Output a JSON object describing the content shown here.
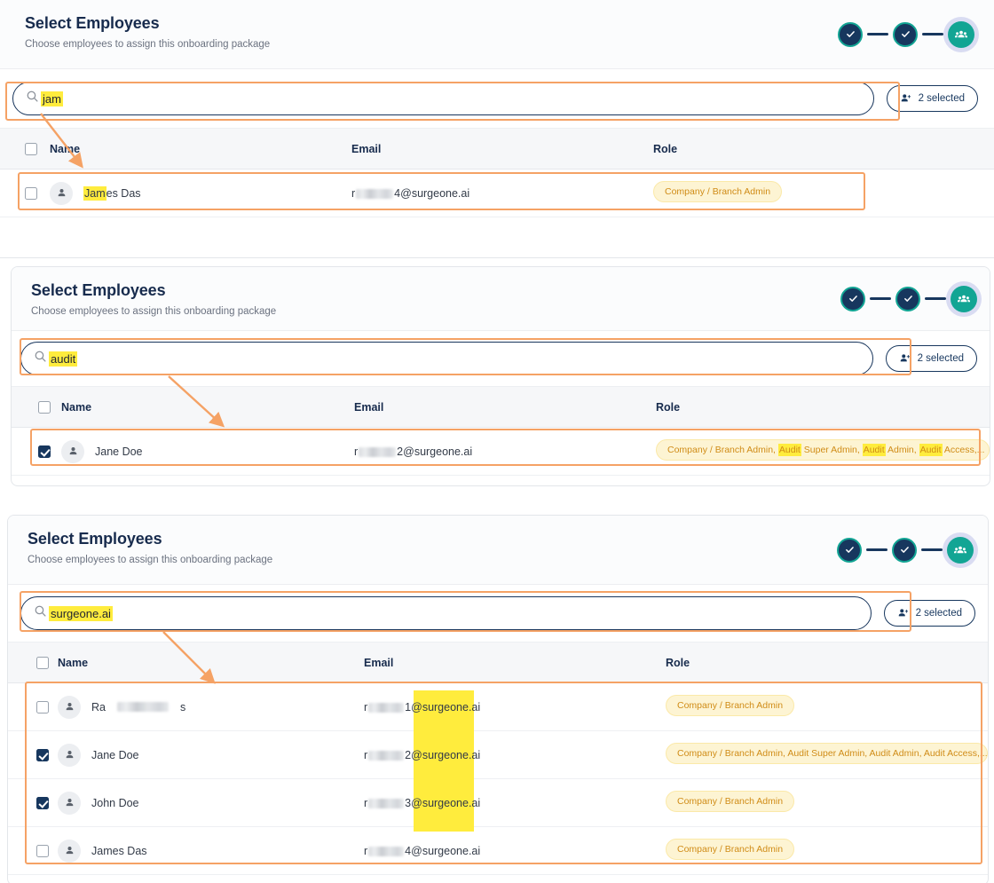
{
  "panels": [
    {
      "title": "Select Employees",
      "subtitle": "Choose employees to assign this onboarding package",
      "search": {
        "value": "jam",
        "icon": "search-icon"
      },
      "selected_button": {
        "label": "2 selected",
        "icon": "user-plus-icon"
      },
      "stepper": {
        "step1": "check-icon",
        "step2": "check-icon",
        "step3": "group-icon"
      },
      "columns": [
        "Name",
        "Email",
        "Role"
      ],
      "rows": [
        {
          "checked": false,
          "name_pre": "",
          "name_hl": "Jam",
          "name_post": "es Das",
          "email_pre": "r",
          "email_post": "4@surgeone.ai",
          "role": "Company / Branch Admin"
        }
      ]
    },
    {
      "title": "Select Employees",
      "subtitle": "Choose employees to assign this onboarding package",
      "search": {
        "value": "audit",
        "icon": "search-icon"
      },
      "selected_button": {
        "label": "2 selected",
        "icon": "user-plus-icon"
      },
      "stepper": {
        "step1": "check-icon",
        "step2": "check-icon",
        "step3": "group-icon"
      },
      "columns": [
        "Name",
        "Email",
        "Role"
      ],
      "rows": [
        {
          "checked": true,
          "name": "Jane Doe",
          "email_pre": "r",
          "email_post": "2@surgeone.ai",
          "role_parts": [
            {
              "t": "Company / Branch Admin, ",
              "hl": false
            },
            {
              "t": "Audit",
              "hl": true
            },
            {
              "t": " Super Admin, ",
              "hl": false
            },
            {
              "t": "Audit",
              "hl": true
            },
            {
              "t": " Admin, ",
              "hl": false
            },
            {
              "t": "Audit",
              "hl": true
            },
            {
              "t": " Access,...",
              "hl": false
            }
          ]
        }
      ]
    },
    {
      "title": "Select Employees",
      "subtitle": "Choose employees to assign this onboarding package",
      "search": {
        "value": "surgeone.ai",
        "icon": "search-icon"
      },
      "selected_button": {
        "label": "2 selected",
        "icon": "user-plus-icon"
      },
      "stepper": {
        "step1": "check-icon",
        "step2": "check-icon",
        "step3": "group-icon"
      },
      "columns": [
        "Name",
        "Email",
        "Role"
      ],
      "rows": [
        {
          "checked": false,
          "name_pre": "Ra",
          "name_post": "s",
          "name_redacted": true,
          "email_pre": "r",
          "email_num": "1",
          "email_hl": "@surgeone.ai",
          "role": "Company / Branch Admin"
        },
        {
          "checked": true,
          "name": "Jane Doe",
          "email_pre": "r",
          "email_num": "2",
          "email_hl": "@surgeone.ai",
          "role": "Company / Branch Admin, Audit Super Admin, Audit Admin, Audit Access,..."
        },
        {
          "checked": true,
          "name": "John Doe",
          "email_pre": "r",
          "email_num": "3",
          "email_hl": "@surgeone.ai",
          "role": "Company / Branch Admin"
        },
        {
          "checked": false,
          "name": "James Das",
          "email_pre": "r",
          "email_num": "4",
          "email_hl": "@surgeone.ai",
          "role": "Company / Branch Admin"
        }
      ]
    }
  ],
  "colors": {
    "accent_teal": "#12a594",
    "step_navy": "#17375e",
    "highlight_yellow": "#ffec3d",
    "annotation_orange": "#f5a265",
    "badge_bg": "#fdf4d3",
    "badge_text": "#d08c17"
  }
}
